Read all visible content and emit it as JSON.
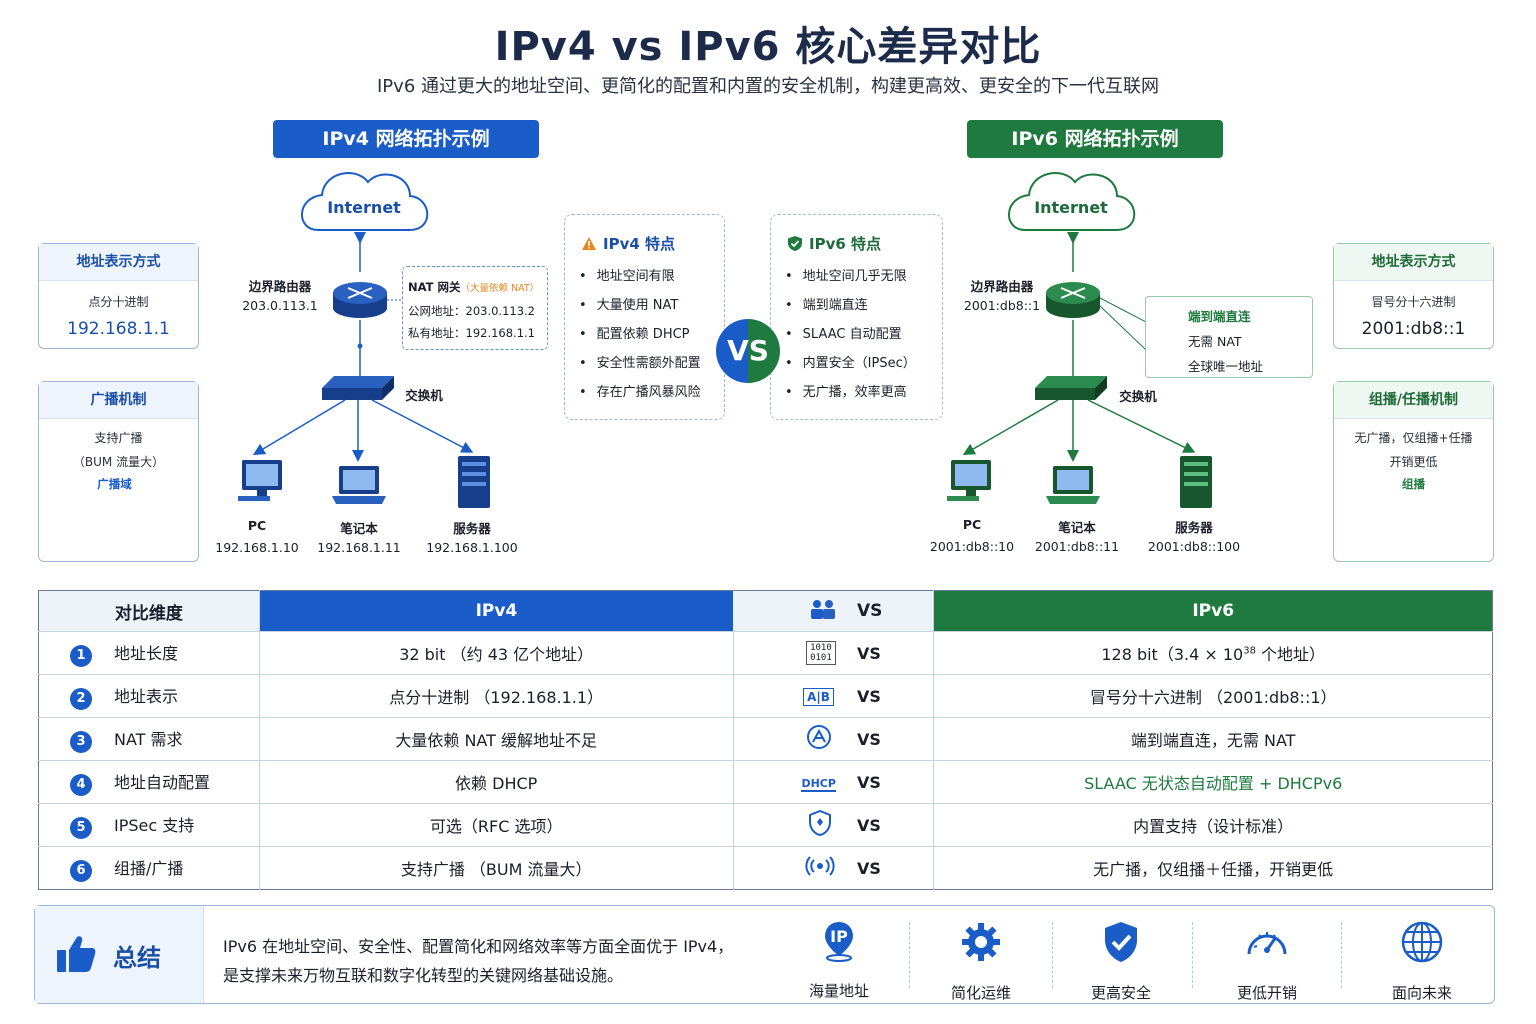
{
  "title": "IPv4 vs IPv6 核心差异对比",
  "subtitle": "IPv6 通过更大的地址空间、更简化的配置和内置的安全机制，构建更高效、更安全的下一代互联网",
  "colors": {
    "blue": "#1a5cc8",
    "green": "#1f7a3f",
    "orange": "#e8871e"
  },
  "ipv4": {
    "banner": "IPv4 网络拓扑示例",
    "cloud": "Internet",
    "router_label": "边界路由器",
    "router_ip": "203.0.113.1",
    "nat_title": "NAT 网关",
    "nat_note": "（大量依赖 NAT）",
    "nat_public": "公网地址：203.0.113.2",
    "nat_private": "私有地址：192.168.1.1",
    "switch_label": "交换机",
    "devices": [
      {
        "name": "PC",
        "ip": "192.168.1.10"
      },
      {
        "name": "笔记本",
        "ip": "192.168.1.11"
      },
      {
        "name": "服务器",
        "ip": "192.168.1.100"
      }
    ],
    "addr_box": {
      "title": "地址表示方式",
      "desc": "点分十进制",
      "value": "192.168.1.1"
    },
    "bcast_box": {
      "title": "广播机制",
      "line1": "支持广播",
      "line2": "（BUM 流量大）",
      "domain": "广播域"
    },
    "features": {
      "title": "IPv4 特点",
      "items": [
        "地址空间有限",
        "大量使用 NAT",
        "配置依赖 DHCP",
        "安全性需额外配置",
        "存在广播风暴风险"
      ]
    }
  },
  "ipv6": {
    "banner": "IPv6 网络拓扑示例",
    "cloud": "Internet",
    "router_label": "边界路由器",
    "router_ip": "2001:db8::1",
    "callout": [
      "端到端直连",
      "无需 NAT",
      "全球唯一地址"
    ],
    "switch_label": "交换机",
    "devices": [
      {
        "name": "PC",
        "ip": "2001:db8::10"
      },
      {
        "name": "笔记本",
        "ip": "2001:db8::11"
      },
      {
        "name": "服务器",
        "ip": "2001:db8::100"
      }
    ],
    "addr_box": {
      "title": "地址表示方式",
      "desc": "冒号分十六进制",
      "value": "2001:db8::1"
    },
    "mcast_box": {
      "title": "组播/任播机制",
      "line1": "无广播，仅组播+任播",
      "line2": "开销更低",
      "domain": "组播"
    },
    "features": {
      "title": "IPv6 特点",
      "items": [
        "地址空间几乎无限",
        "端到端直连",
        "SLAAC 自动配置",
        "内置安全（IPSec）",
        "无广播，效率更高"
      ]
    }
  },
  "vs": "VS",
  "table": {
    "headers": {
      "dim": "对比维度",
      "v4": "IPv4",
      "vs": "VS",
      "v6": "IPv6"
    },
    "rows": [
      {
        "n": "1",
        "dim": "地址长度",
        "icon": "binary-icon",
        "icon_text": "1010 0101",
        "v4": "32 bit （约 43 亿个地址）",
        "v6_pre": "128 bit（3.4 × 10",
        "v6_sup": "38",
        "v6_post": " 个地址）"
      },
      {
        "n": "2",
        "dim": "地址表示",
        "icon": "ab-icon",
        "icon_text": "A|B",
        "v4": "点分十进制 （192.168.1.1）",
        "v6": "冒号分十六进制 （2001:db8::1）"
      },
      {
        "n": "3",
        "dim": "NAT 需求",
        "icon": "nat-icon",
        "v4": "大量依赖 NAT 缓解地址不足",
        "v6": "端到端直连，无需 NAT"
      },
      {
        "n": "4",
        "dim": "地址自动配置",
        "icon": "dhcp-icon",
        "icon_text": "DHCP",
        "v4": "依赖 DHCP",
        "v6": "SLAAC 无状态自动配置 + DHCPv6"
      },
      {
        "n": "5",
        "dim": "IPSec 支持",
        "icon": "shield-icon",
        "v4": "可选（RFC 选项）",
        "v6": "内置支持（设计标准）"
      },
      {
        "n": "6",
        "dim": "组播/广播",
        "icon": "broadcast-icon",
        "v4": "支持广播 （BUM 流量大）",
        "v6": "无广播，仅组播＋任播，开销更低"
      }
    ]
  },
  "summary": {
    "label": "总结",
    "line1": "IPv6 在地址空间、安全性、配置简化和网络效率等方面全面优于 IPv4，",
    "line2": "是支撑未来万物互联和数字化转型的关键网络基础设施。",
    "ip_badge": "IP",
    "features": [
      "海量地址",
      "简化运维",
      "更高安全",
      "更低开销",
      "面向未来"
    ]
  }
}
